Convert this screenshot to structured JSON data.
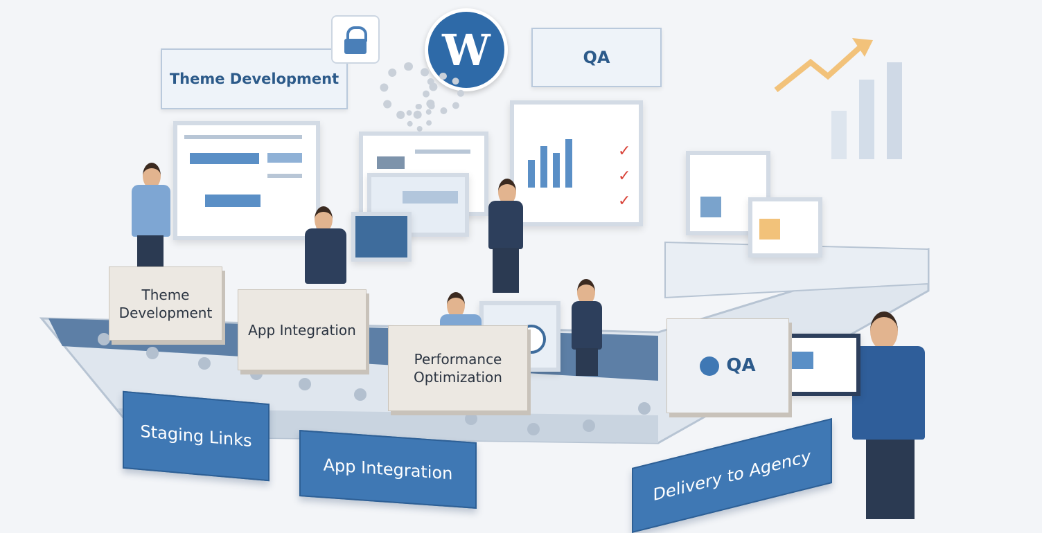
{
  "top_labels": {
    "theme_development": "Theme Development",
    "qa": "QA"
  },
  "blocks": [
    "Theme Development",
    "App Integration",
    "Performance Optimization",
    "QA"
  ],
  "banners": [
    "Staging Links",
    "App Integration",
    "Delivery to Agency"
  ],
  "icons": [
    "lock-icon",
    "wordpress-logo",
    "gear-icon",
    "trend-arrow-icon",
    "checkmark-icon",
    "clock-icon"
  ],
  "colors": {
    "accent": "#3f78b4",
    "background": "#f3f5f8",
    "trend": "#f2c27a",
    "check": "#d9443a"
  }
}
